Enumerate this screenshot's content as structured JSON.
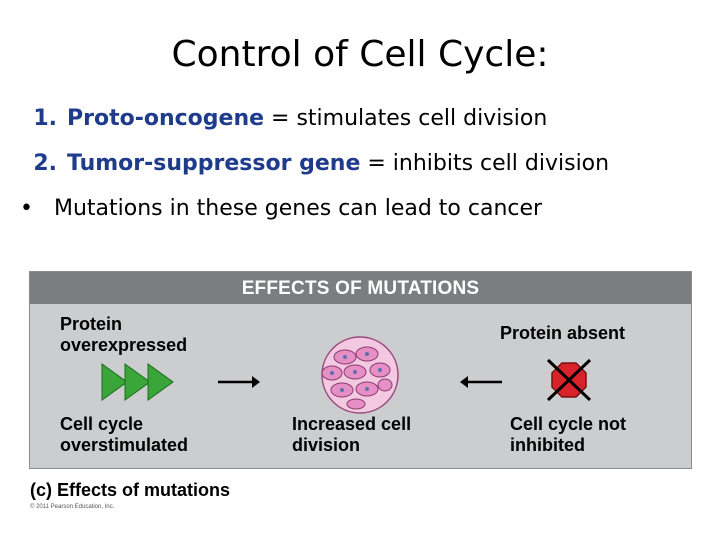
{
  "slide": {
    "title": "Control of Cell Cycle:",
    "points": [
      {
        "marker": "1.",
        "term": "Proto-oncogene",
        "rest": " = stimulates cell division"
      },
      {
        "marker": "2.",
        "term": "Tumor-suppressor gene",
        "rest": " = inhibits cell division"
      },
      {
        "marker": "•",
        "term": "",
        "rest": "Mutations in these genes can lead to cancer"
      }
    ]
  },
  "figure": {
    "header": "EFFECTS OF MUTATIONS",
    "left_top": [
      "Protein",
      "overexpressed"
    ],
    "left_bottom": [
      "Cell cycle",
      "overstimulated"
    ],
    "center_bottom": [
      "Increased cell",
      "division"
    ],
    "right_top": "Protein absent",
    "right_bottom": [
      "Cell cycle not",
      "inhibited"
    ],
    "caption": "(c) Effects of mutations",
    "copyright": "© 2011 Pearson Education, Inc.",
    "colors": {
      "header_bg": "#7b7d80",
      "panel_bg": "#cbcdce",
      "arrow_green": "#3aa63a",
      "cell_pink": "#e58fc4",
      "stop_red": "#d9232b"
    }
  }
}
